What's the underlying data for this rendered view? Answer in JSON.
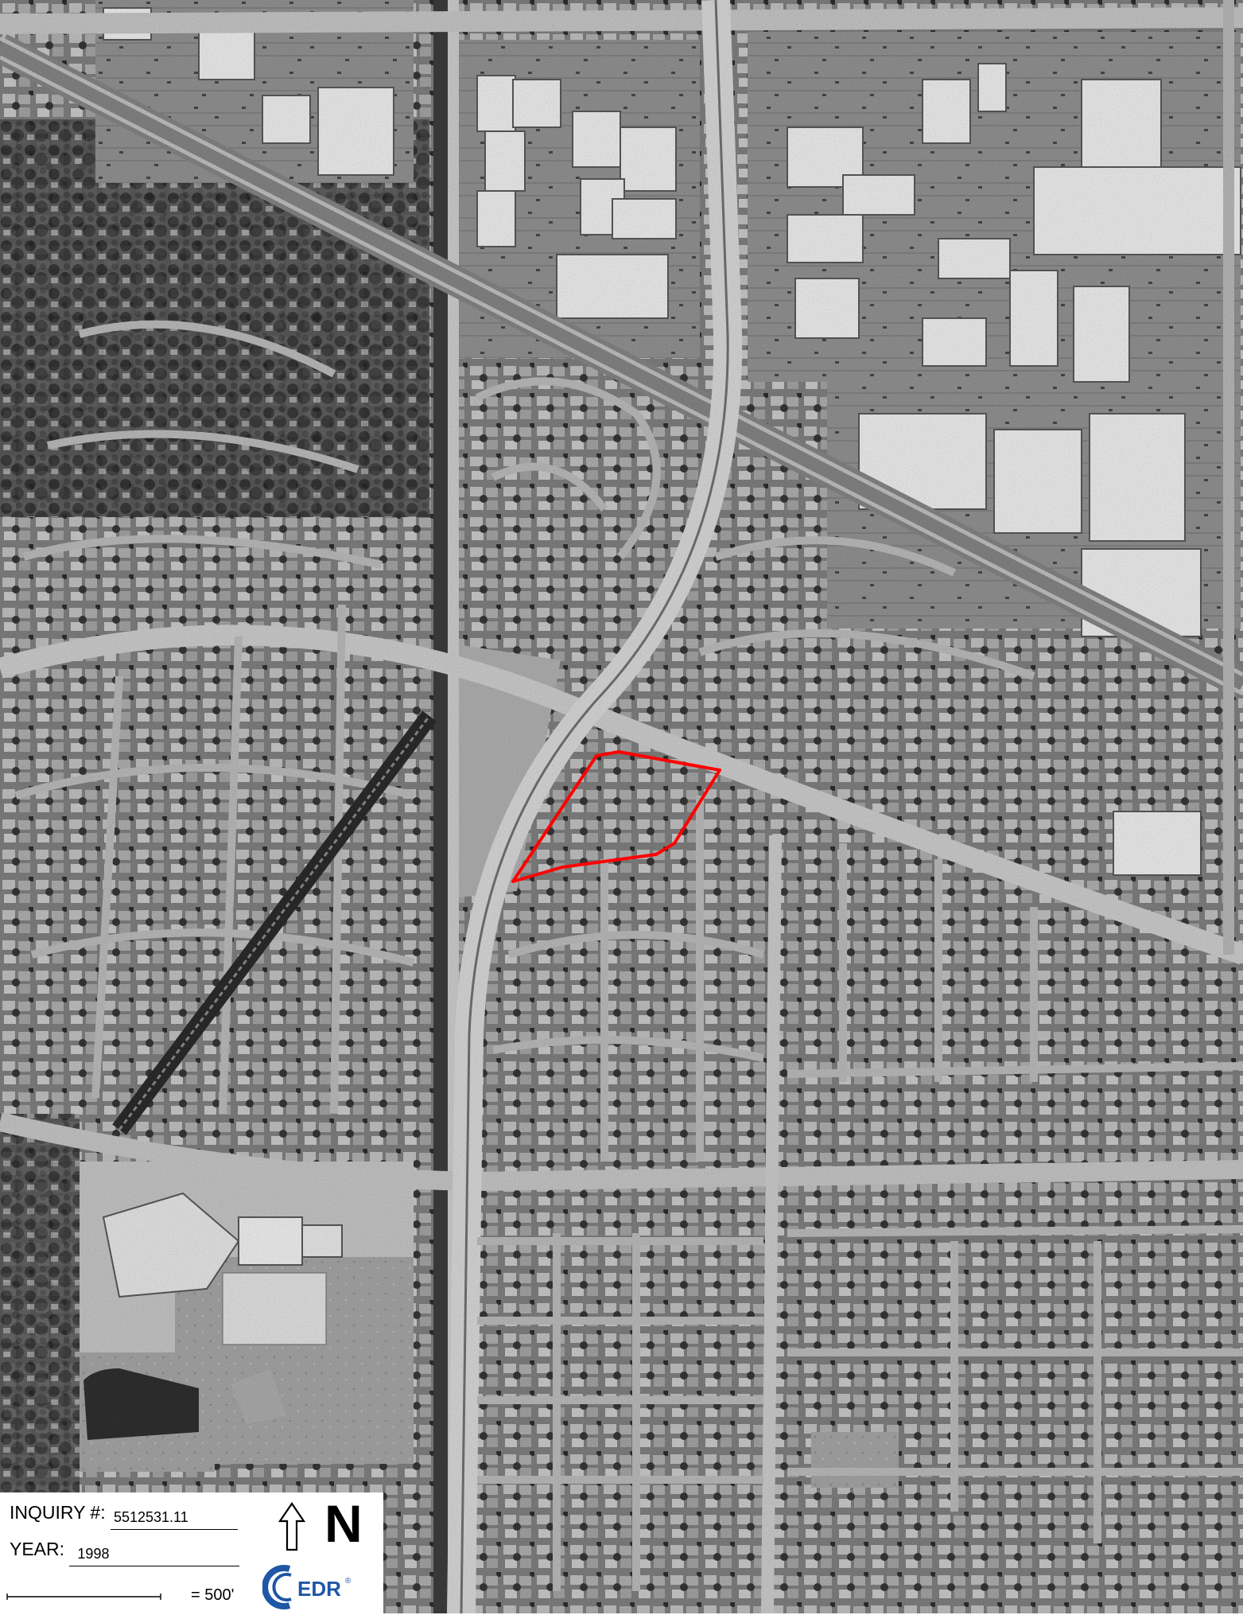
{
  "map": {
    "type": "aerial-photograph",
    "color_mode": "grayscale",
    "site_boundary_color": "#ff0000",
    "north_orientation": "up"
  },
  "legend": {
    "inquiry_label": "INQUIRY #:",
    "inquiry_value": "5512531.11",
    "year_label": "YEAR:",
    "year_value": "1998",
    "scale_text": "= 500'",
    "north_letter": "N",
    "north_icon": "north-arrow-icon",
    "logo_text": "EDR",
    "logo_mark": "®"
  }
}
